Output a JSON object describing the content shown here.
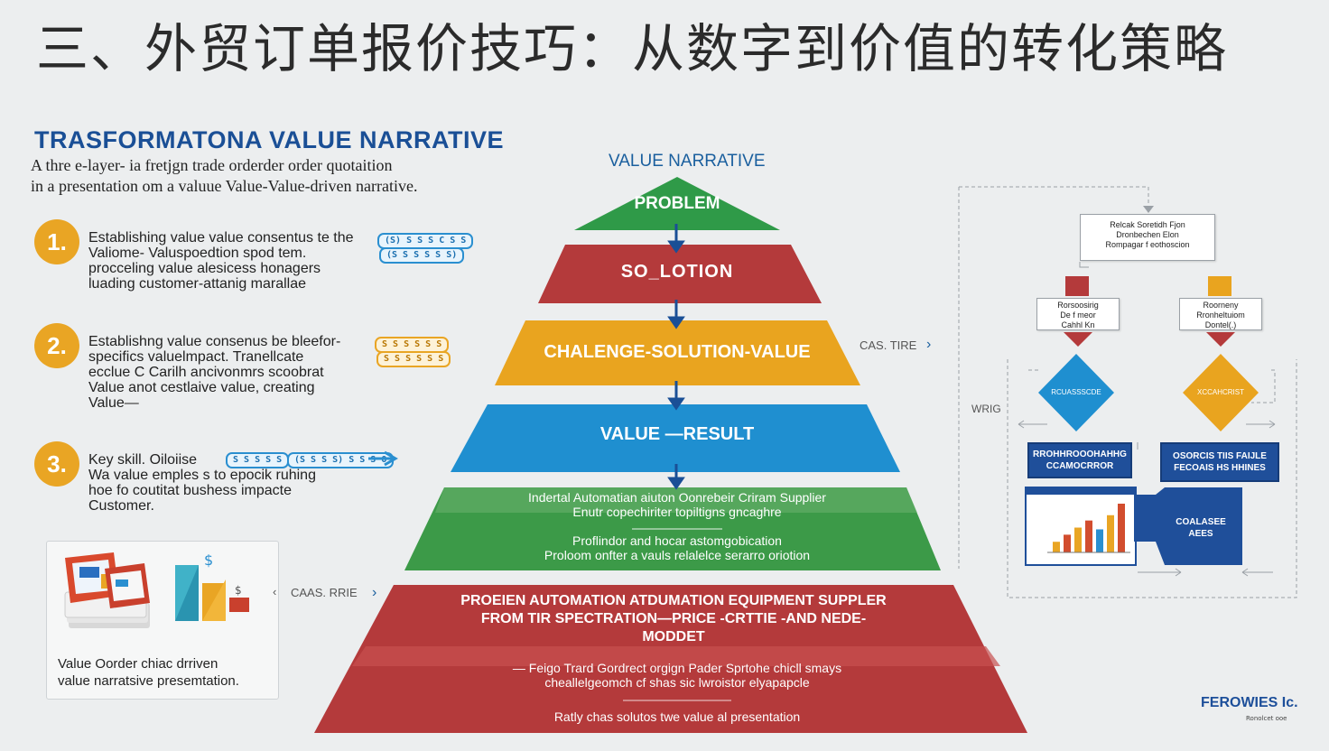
{
  "slide": {
    "title": "三、外贸订单报价技巧：从数字到价值的转化策略"
  },
  "left": {
    "section_title": "TRASFORMATONA VALUE NARRATIVE",
    "section_subtitle_line1": "A thre e-layer- ia fretjgn trade orderder order quotaition",
    "section_subtitle_line2": "in a presentation om a valuue Value-Value-driven narrative.",
    "steps": [
      {
        "number": "1.",
        "lines": [
          "Establishing value value consentus te the",
          "Valiome- Valuspoedtion spod tem.",
          "procceling value alesicess honagers",
          "luading customer-attanig marallae"
        ],
        "tags": [
          "(S) S S S C S S",
          "(S S S S S S)"
        ]
      },
      {
        "number": "2.",
        "lines": [
          "Establishng value consenus be bleefor-",
          "specifics valuelmpact. Tranellcate",
          "ecclue C Carilh ancivonmrs scoobrat",
          "Value anot cestlaive value, creating",
          "Value—"
        ],
        "tags": [
          "S S S S S S",
          "S S S S S S"
        ]
      },
      {
        "number": "3.",
        "lines": [
          "Key skill. Oiloiise",
          "Wa value emples s to epocik ruhing",
          "hoe fo coutitat bushess impacte",
          "Customer."
        ],
        "tags": [
          "S S S S S",
          "(S S S S) S S S O"
        ]
      }
    ],
    "card_caption_line1": "Value Oorder chiac drriven",
    "card_caption_line2": "value narratsive presemtation.",
    "card_case_label": "CAAS. RRIE"
  },
  "pyramid": {
    "header": "VALUE NARRATIVE",
    "levels": [
      {
        "label": "PROBLEM",
        "color": "#2f9a48"
      },
      {
        "label": "SO_LOTION",
        "color": "#b43a3b"
      },
      {
        "label": "CHALENGE-SOLUTION-VALUE",
        "color": "#e9a41f"
      },
      {
        "label": "VALUE —RESULT",
        "color": "#1f8fd0"
      },
      {
        "label_line1": "Indertal Automatian aiuton Oonrebeir Criram Supplier",
        "label_line2": "Enutr copechiriter topiltigns gncaghre",
        "label_line3": "Proflindor and hocar astomgobication",
        "label_line4": "Proloom onfter a vauls relalelce serarro oriotion",
        "color": "#3c9a48"
      },
      {
        "label_line1": "PROEIEN AUTOMATION ATDUMATION EQUIPMENT SUPPLER",
        "label_line2": "FROM TIR SPECTRATION—PRICE -CRTTIE -AND NEDE-",
        "label_line3": "MODDET",
        "label_line4": "— Feigo Trard Gordrect orgign Pader Sprtohe chicll smays",
        "label_line5": "cheallelgeomch cf shas sic lwroistor elyapapcle",
        "label_line6": "Ratly chas solutos twe value al presentation",
        "color": "#b43a3b"
      }
    ],
    "case_label": "CAS. TIRE"
  },
  "flowchart": {
    "top_box": [
      "Relcak Soretidh Fjon",
      "Dronbechen Elon",
      "Rompagar f eothoscion"
    ],
    "left_box": [
      "Rorsoosirig",
      "De f meor",
      "Cahhl Kn"
    ],
    "right_box": [
      "Roorneny",
      "Rronheltuiom",
      "Dontel(.)"
    ],
    "left_diamond": "RCUASSSCDE",
    "right_diamond": "XCCAHCRIST",
    "side_label": "WRIG",
    "blue_left": [
      "RROHHROOOHAHHG",
      "CCAMOCRROR"
    ],
    "blue_right": [
      "OSORCIS TIIS FAIJLE",
      "FECOAIS HS HHINES"
    ],
    "callout": [
      "COALASEE",
      "AEES"
    ],
    "bars": [
      {
        "value": 12,
        "color": "#e9a524"
      },
      {
        "value": 20,
        "color": "#d24d2e"
      },
      {
        "value": 28,
        "color": "#e9a524"
      },
      {
        "value": 36,
        "color": "#d24d2e"
      },
      {
        "value": 26,
        "color": "#2a8fd0"
      },
      {
        "value": 42,
        "color": "#e9a524"
      },
      {
        "value": 55,
        "color": "#d24d2e"
      }
    ]
  },
  "brand": {
    "name": "FEROWIES Ic.",
    "sub": "Ronolcet ooe"
  }
}
